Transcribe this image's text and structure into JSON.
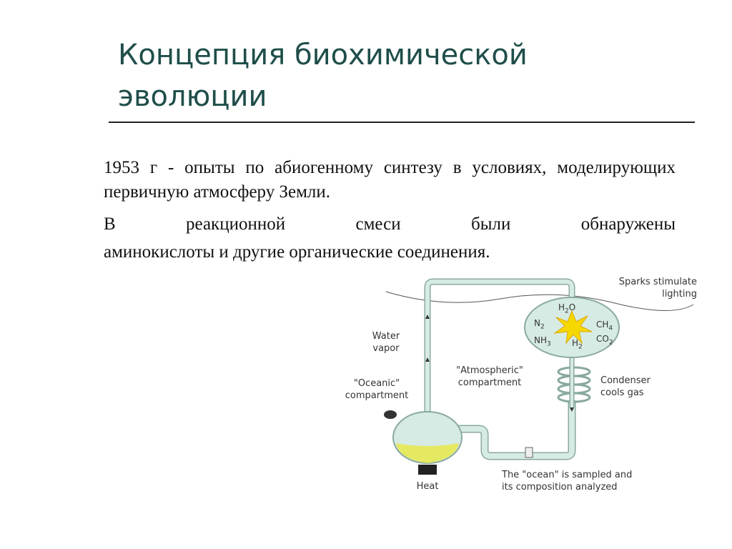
{
  "title": {
    "line1": "Концепция биохимической",
    "line2": "эволюции"
  },
  "paragraphs": [
    "1953 г -  опыты по абиогенному синтезу в условиях, моделирующих первичную атмосферу Земли.",
    "В реакционной смеси были обнаружены",
    "аминокислоты и другие органические соединения."
  ],
  "figure": {
    "labels": {
      "sparks_l1": "Sparks stimulate",
      "sparks_l2": "lighting",
      "water_l1": "Water",
      "water_l2": "vapor",
      "oceanic_l1": "\"Oceanic\"",
      "oceanic_l2": "compartment",
      "atmos_l1": "\"Atmospheric\"",
      "atmos_l2": "compartment",
      "condenser_l1": "Condenser",
      "condenser_l2": "cools gas",
      "ocean_l1": "The \"ocean\" is sampled and",
      "ocean_l2": "its composition analyzed",
      "heat": "Heat"
    },
    "gases": {
      "h2o": "H",
      "h2o_sub": "2",
      "h2o_end": "O",
      "n2": "N",
      "n2_sub": "2",
      "nh3": "NH",
      "nh3_sub": "3",
      "h2": "H",
      "h2_sub": "2",
      "ch4": "CH",
      "ch4_sub": "4",
      "co2": "CO",
      "co2_sub": "2"
    },
    "colors": {
      "glass": "#d6ebe4",
      "glass_stroke": "#8aa9a0",
      "spark": "#f5d800",
      "liquid": "#e8e84a"
    }
  }
}
